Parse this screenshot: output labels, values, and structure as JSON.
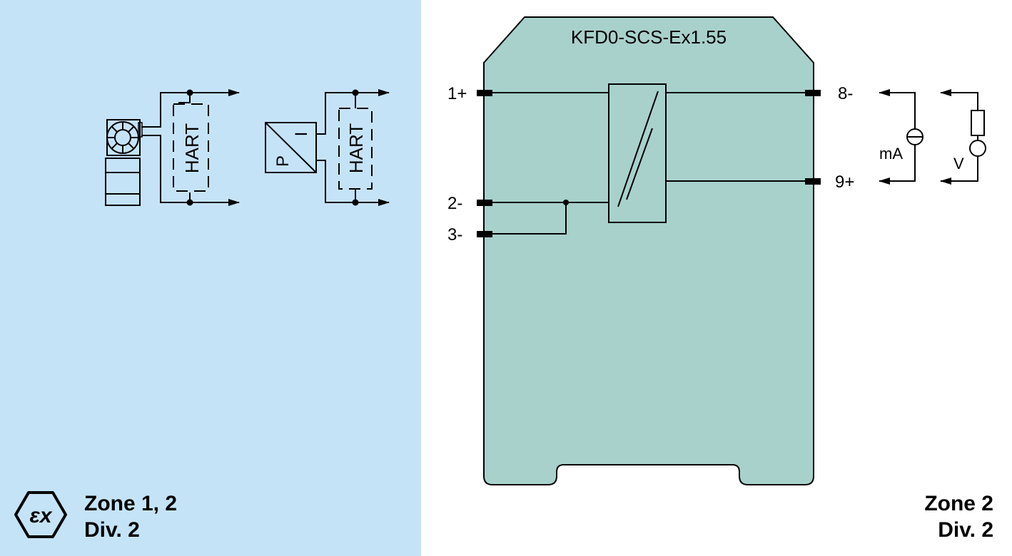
{
  "colors": {
    "hazardous_area": "#c5e3f7",
    "safe_area": "#ffffff",
    "module": "#a8d1cc"
  },
  "module": {
    "title": "KFD0-SCS-Ex1.55",
    "terminals": {
      "t1": "1+",
      "t2": "2-",
      "t3": "3-",
      "t8": "8-",
      "t9": "9+"
    }
  },
  "field_devices": {
    "hart_label_1": "HART",
    "hart_label_2": "HART",
    "converter_p": "P",
    "converter_i": "I"
  },
  "outputs": {
    "current_label": "mA",
    "voltage_label": "V"
  },
  "zones": {
    "ex_symbol": "εx",
    "hazardous_zone": "Zone 1, 2",
    "hazardous_div": "Div. 2",
    "safe_zone": "Zone 2",
    "safe_div": "Div. 2"
  }
}
